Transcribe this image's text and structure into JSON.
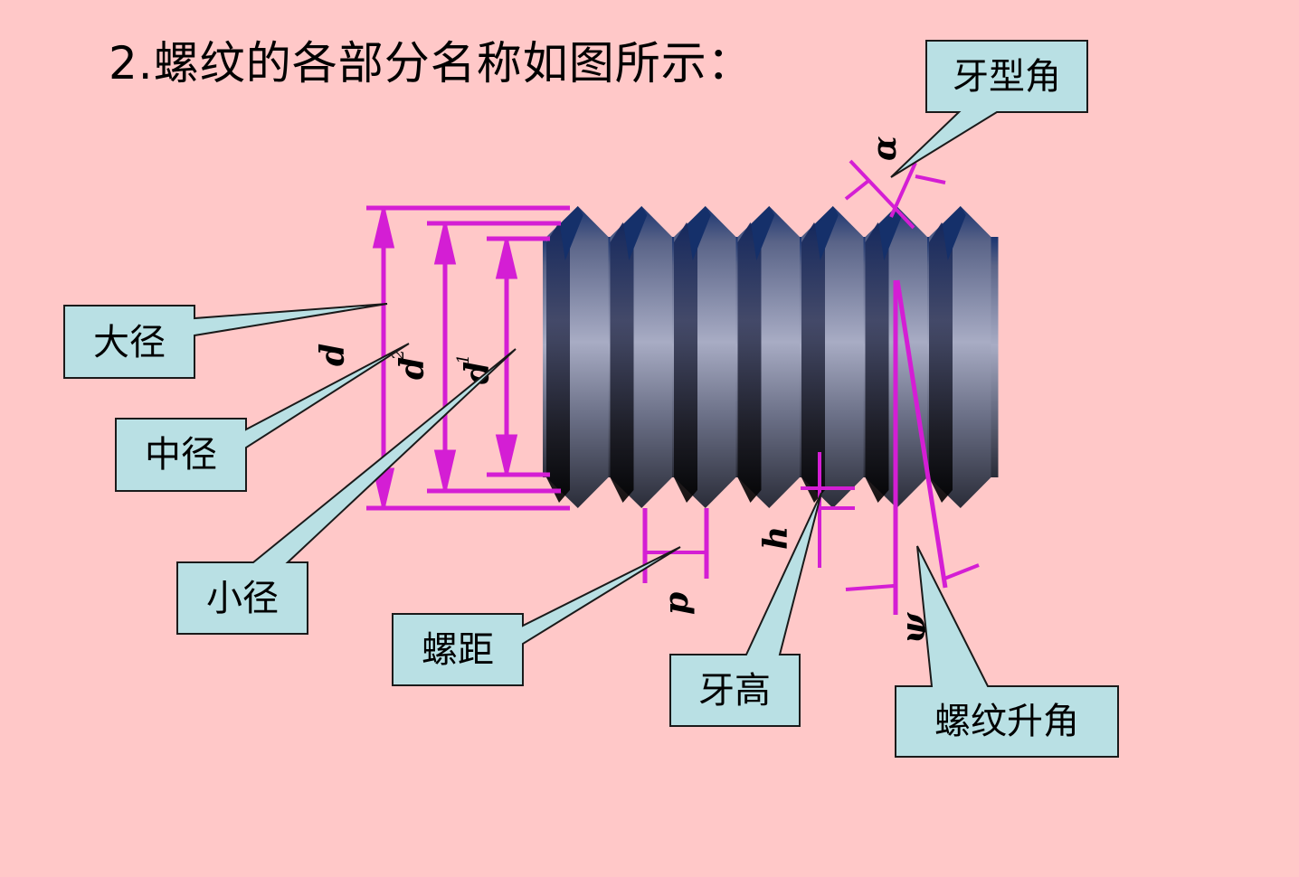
{
  "slide": {
    "title": "2.螺纹的各部分名称如图所示："
  },
  "colors": {
    "background": "#ffc8c8",
    "callout_fill": "#b9e0e4",
    "callout_stroke": "#1a1a1a",
    "dimension_line": "#d41ed4",
    "thread_dark": "#0a0a14",
    "thread_mid": "#6e7590",
    "thread_light": "#a9adc4",
    "thread_crest": "#15306a"
  },
  "callouts": {
    "profile_angle": "牙型角",
    "major_diameter": "大径",
    "pitch_diameter": "中径",
    "minor_diameter": "小径",
    "pitch": "螺距",
    "thread_height": "牙高",
    "lead_angle": "螺纹升角"
  },
  "dimension_symbols": {
    "major": "d",
    "pitch_d": "d",
    "pitch_d_sub": "2",
    "minor": "d",
    "minor_sub": "1",
    "alpha": "α",
    "pitch": "p",
    "height": "h",
    "lead": "ψ"
  },
  "thread": {
    "crest_count": 7
  }
}
